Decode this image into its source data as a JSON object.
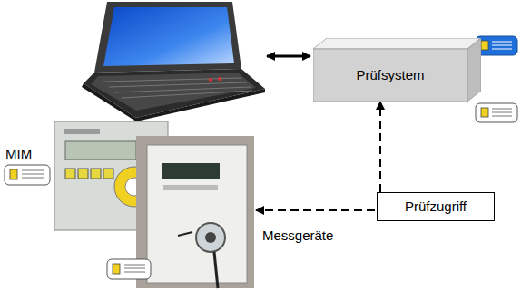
{
  "diagram": {
    "nodes": [
      {
        "text": [
          "Prüfsystem"
        ]
      },
      {
        "text": [
          "Prüfzugriff"
        ]
      }
    ],
    "edges": [
      {
        "from": 1,
        "to": 0,
        "arrow": "to"
      }
    ],
    "labels": [
      "MIM",
      "Messgeräte"
    ]
  }
}
